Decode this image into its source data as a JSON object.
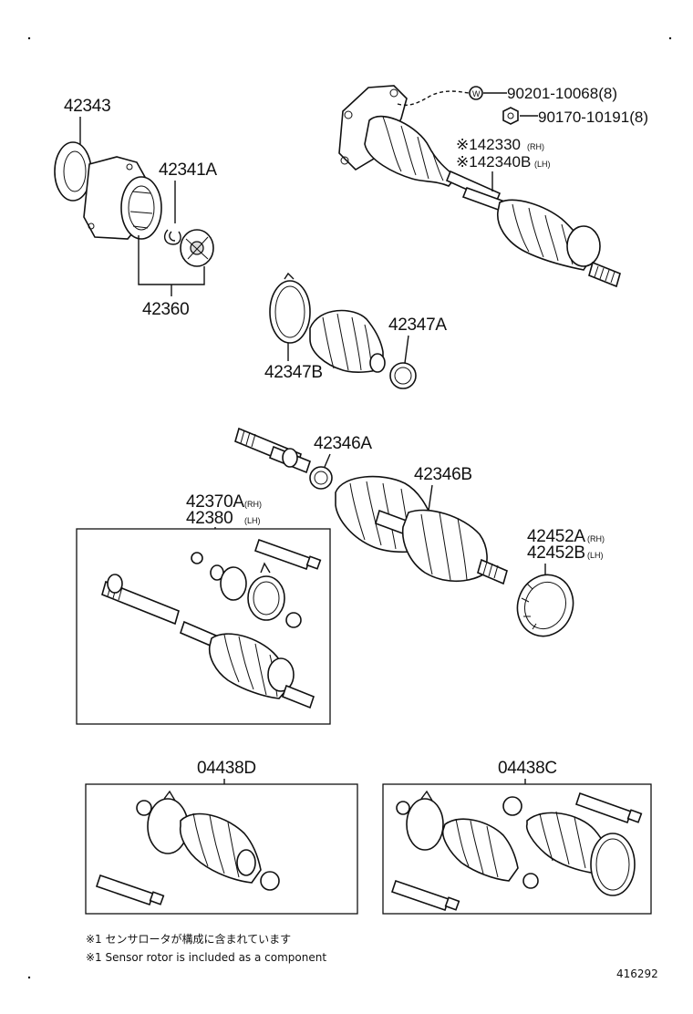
{
  "parts": {
    "p42343": "42343",
    "p42341A": "42341A",
    "p42360": "42360",
    "p90201": "90201-10068(8)",
    "p90170": "90170-10191(8)",
    "p42330": "※142330",
    "p42330_side": "(RH)",
    "p42340B": "※142340B",
    "p42340B_side": "(LH)",
    "p42347A": "42347A",
    "p42347B": "42347B",
    "p42346A": "42346A",
    "p42346B": "42346B",
    "p42370A": "42370A",
    "p42370A_side": "(RH)",
    "p42380": "42380",
    "p42380_side": "(LH)",
    "p42452A": "42452A",
    "p42452A_side": "(RH)",
    "p42452B": "42452B",
    "p42452B_side": "(LH)",
    "p04438D": "04438D",
    "p04438C": "04438C",
    "washer_mark": "W"
  },
  "notes": {
    "note_jp": "※1 センサロータが構成に含まれています",
    "note_en": "※1 Sensor rotor is included as a component"
  },
  "figure_id": "416292"
}
